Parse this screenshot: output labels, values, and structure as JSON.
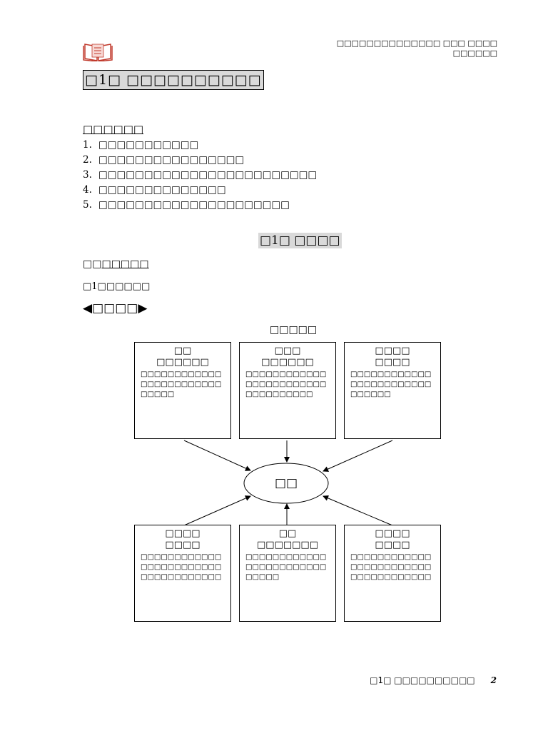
{
  "header": {
    "logo_icon": "book-logo-icon",
    "line1": "□□□□□□□□□□□□□□ □□□ □□□□",
    "line2": "□□□□□□"
  },
  "chapter_title": "□1□ □□□□□□□□□□",
  "goals": {
    "heading": "□□□□□□",
    "items": [
      {
        "num": "1.",
        "text": "□□□□□□□□□□□"
      },
      {
        "num": "2.",
        "text": "□□□□□□□□□□□□□□□□"
      },
      {
        "num": "3.",
        "text": "□□□□□□□□□□□□□□□□□□□□□□□□"
      },
      {
        "num": "4.",
        "text": "□□□□□□□□□□□□□□"
      },
      {
        "num": "5.",
        "text": "□□□□□□□□□□□□□□□□□□□□□"
      }
    ]
  },
  "section_title": "□1□ □□□□",
  "subheading1_prefix": "□□",
  "subheading1_text": "□□□□□",
  "subheading2": "□1□□□□□□",
  "subheading3": "◀□□□□▶",
  "diagram": {
    "title": "□□□□□",
    "center": "□□",
    "boxes": [
      {
        "t1": "□□",
        "t2": "□□□□□□",
        "desc": "□□□□□□□□□□□□□□□□□□□□□□□□□□□□□"
      },
      {
        "t1": "□□□",
        "t2": "□□□□□□",
        "desc": "□□□□□□□□□□□□□□□□□□□□□□□□□□□□□□□□□□"
      },
      {
        "t1": "□□□□",
        "t2": "□□□□",
        "desc": "□□□□□□□□□□□□□□□□□□□□□□□□□□□□□□"
      },
      {
        "t1": "□□□□",
        "t2": "□□□□",
        "desc": "□□□□□□□□□□□□□□□□□□□□□□□□□□□□□□□□□□□□"
      },
      {
        "t1": "□□",
        "t2": "□□□□□□□",
        "desc": "□□□□□□□□□□□□□□□□□□□□□□□□□□□□□"
      },
      {
        "t1": "□□□□",
        "t2": "□□□□",
        "desc": "□□□□□□□□□□□□□□□□□□□□□□□□□□□□□□□□□□□□"
      }
    ]
  },
  "footer": {
    "text": "□1□ □□□□□□□□□□",
    "page": "2"
  }
}
